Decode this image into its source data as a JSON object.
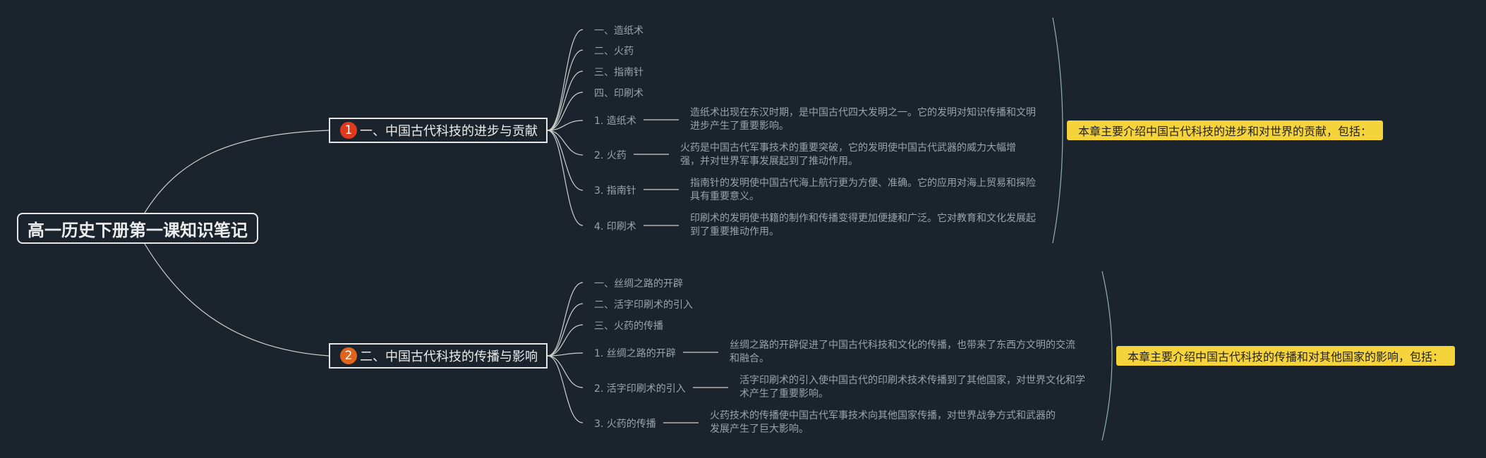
{
  "root": {
    "title": "高一历史下册第一课知识笔记"
  },
  "branches": [
    {
      "badge": "1",
      "badge_color": "#e03a1e",
      "title": "一、中国古代科技的进步与贡献",
      "summary": "本章主要介绍中国古代科技的进步和对世界的贡献，包括：",
      "topics": [
        "一、造纸术",
        "二、火药",
        "三、指南针",
        "四、印刷术"
      ],
      "details": [
        {
          "label": "1. 造纸术",
          "text": "造纸术出现在东汉时期，是中国古代四大发明之一。它的发明对知识传播和文明进步产生了重要影响。"
        },
        {
          "label": "2. 火药",
          "text": "火药是中国古代军事技术的重要突破，它的发明使中国古代武器的威力大幅增强，并对世界军事发展起到了推动作用。"
        },
        {
          "label": "3. 指南针",
          "text": "指南针的发明使中国古代海上航行更为方便、准确。它的应用对海上贸易和探险具有重要意义。"
        },
        {
          "label": "4. 印刷术",
          "text": "印刷术的发明使书籍的制作和传播变得更加便捷和广泛。它对教育和文化发展起到了重要推动作用。"
        }
      ]
    },
    {
      "badge": "2",
      "badge_color": "#e0641e",
      "title": "二、中国古代科技的传播与影响",
      "summary": "本章主要介绍中国古代科技的传播和对其他国家的影响，包括：",
      "topics": [
        "一、丝绸之路的开辟",
        "二、活字印刷术的引入",
        "三、火药的传播"
      ],
      "details": [
        {
          "label": "1. 丝绸之路的开辟",
          "text": "丝绸之路的开辟促进了中国古代科技和文化的传播，也带来了东西方文明的交流和融合。"
        },
        {
          "label": "2. 活字印刷术的引入",
          "text": "活字印刷术的引入使中国古代的印刷术技术传播到了其他国家，对世界文化和学术产生了重要影响。"
        },
        {
          "label": "3. 火药的传播",
          "text": "火药技术的传播使中国古代军事技术向其他国家传播，对世界战争方式和武器的发展产生了巨大影响。"
        }
      ]
    }
  ]
}
